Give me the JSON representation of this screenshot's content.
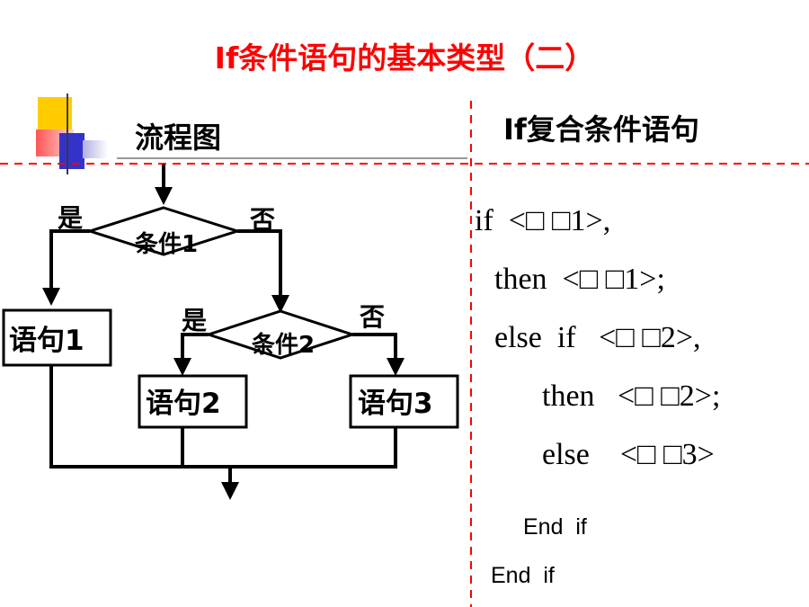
{
  "slide": {
    "title": "If条件语句的基本类型（二）",
    "colors": {
      "title": "#ff0000",
      "divider": "#ff0000",
      "text": "#000000"
    }
  },
  "flowchart": {
    "heading": "流程图",
    "condition1": "条件1",
    "condition2": "条件2",
    "yes1": "是",
    "no1": "否",
    "yes2": "是",
    "no2": "否",
    "statement1": "语句1",
    "statement2": "语句2",
    "statement3": "语句3"
  },
  "code": {
    "heading": "If复合条件语句",
    "lines": [
      "if  <□ □1>,",
      "then  <□ □1>;",
      "else  if   <□ □2>,",
      "then   <□ □2>;",
      "else    <□ □3>"
    ],
    "end_inner": "End  if",
    "end_outer": "End  if"
  }
}
